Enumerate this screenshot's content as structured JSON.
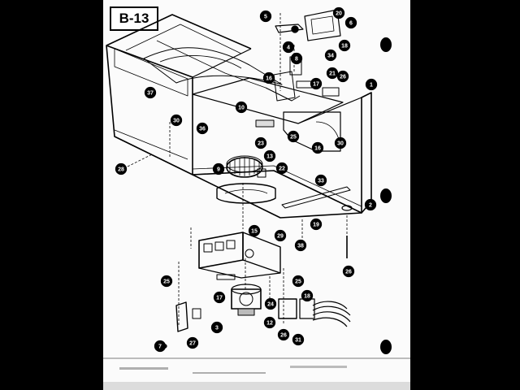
{
  "title": "B-13",
  "callouts": [
    {
      "id": "c5",
      "label": "5"
    },
    {
      "id": "c20t",
      "label": "20"
    },
    {
      "id": "c6",
      "label": "6"
    },
    {
      "id": "c4",
      "label": "4"
    },
    {
      "id": "c18t",
      "label": "18"
    },
    {
      "id": "c8",
      "label": "8"
    },
    {
      "id": "c34t",
      "label": "34"
    },
    {
      "id": "c17t",
      "label": "17"
    },
    {
      "id": "c16t",
      "label": "16"
    },
    {
      "id": "c21",
      "label": "21"
    },
    {
      "id": "c26t",
      "label": "26"
    },
    {
      "id": "c1",
      "label": "1"
    },
    {
      "id": "c37",
      "label": "37"
    },
    {
      "id": "c30l",
      "label": "30"
    },
    {
      "id": "c36",
      "label": "36"
    },
    {
      "id": "c10",
      "label": "10"
    },
    {
      "id": "c28",
      "label": "28"
    },
    {
      "id": "c30r",
      "label": "30"
    },
    {
      "id": "c16b",
      "label": "16"
    },
    {
      "id": "c23",
      "label": "23"
    },
    {
      "id": "c13",
      "label": "13"
    },
    {
      "id": "c25l",
      "label": "25"
    },
    {
      "id": "c9",
      "label": "9"
    },
    {
      "id": "c22",
      "label": "22"
    },
    {
      "id": "c33",
      "label": "33"
    },
    {
      "id": "c2",
      "label": "2"
    },
    {
      "id": "c19",
      "label": "19"
    },
    {
      "id": "c38",
      "label": "38"
    },
    {
      "id": "c15",
      "label": "15"
    },
    {
      "id": "c29",
      "label": "29"
    },
    {
      "id": "c26b",
      "label": "26"
    },
    {
      "id": "c25b",
      "label": "25"
    },
    {
      "id": "c25c",
      "label": "25"
    },
    {
      "id": "c17b",
      "label": "17"
    },
    {
      "id": "c24",
      "label": "24"
    },
    {
      "id": "c18b",
      "label": "18"
    },
    {
      "id": "c12",
      "label": "12"
    },
    {
      "id": "c3",
      "label": "3"
    },
    {
      "id": "c7",
      "label": "7"
    },
    {
      "id": "c27",
      "label": "27"
    },
    {
      "id": "c31",
      "label": "31"
    },
    {
      "id": "c26c",
      "label": "26"
    }
  ]
}
